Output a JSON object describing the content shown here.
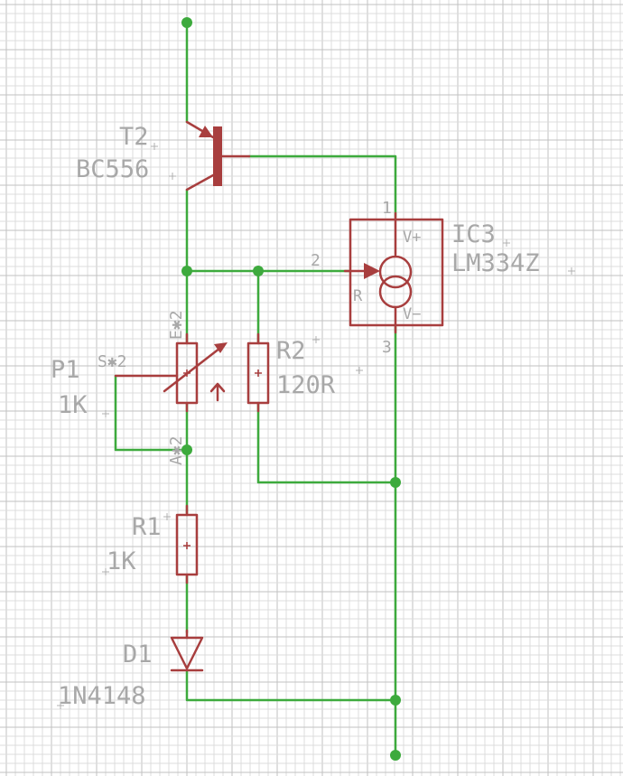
{
  "components": {
    "T2": {
      "name": "T2",
      "value": "BC556"
    },
    "IC3": {
      "name": "IC3",
      "value": "LM334Z",
      "pin_vplus": "V+",
      "pin_r": "R",
      "pin_vminus": "V−",
      "pin1": "1",
      "pin2": "2",
      "pin3": "3"
    },
    "P1": {
      "name": "P1",
      "value": "1K",
      "pin_e": "E✱2",
      "pin_s": "S✱2",
      "pin_a": "A✱2"
    },
    "R2": {
      "name": "R2",
      "value": "120R"
    },
    "R1": {
      "name": "R1",
      "value": "1K"
    },
    "D1": {
      "name": "D1",
      "value": "1N4148"
    }
  },
  "colors": {
    "wire": "#3daa3d",
    "symbol": "#a83e3e",
    "label": "#a8a8a8",
    "grid": "#dcdcdc"
  }
}
